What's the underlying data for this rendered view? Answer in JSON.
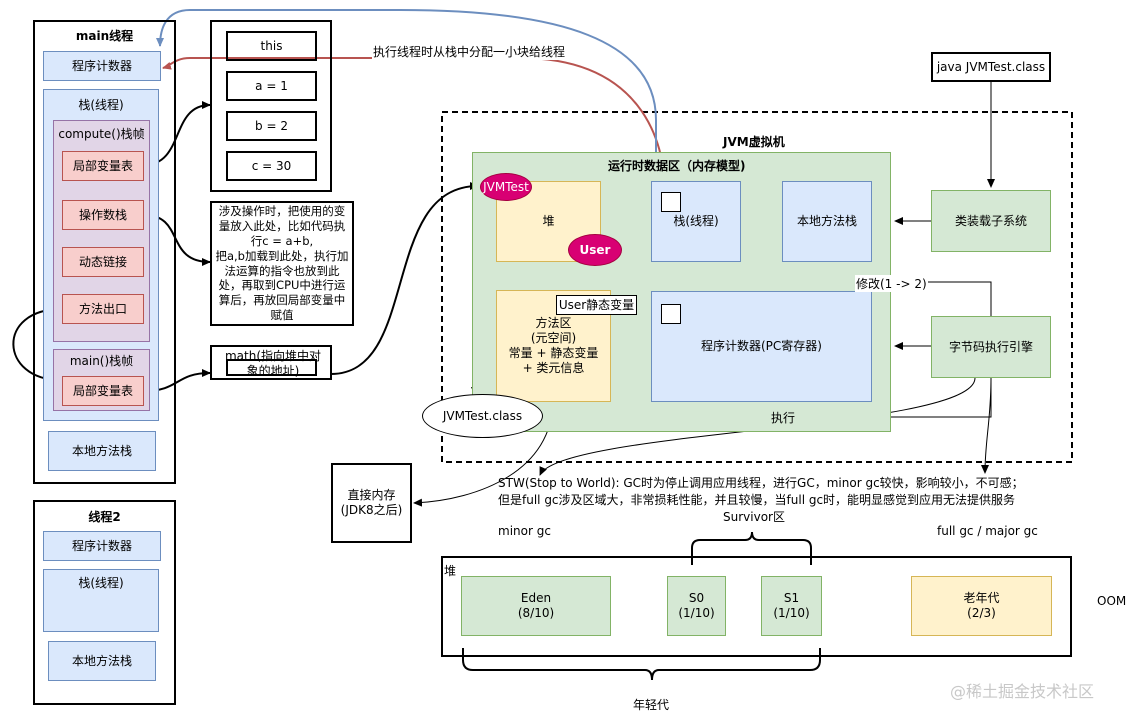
{
  "main_thread": {
    "title": "main线程",
    "pc": "程序计数器",
    "stack": "栈(线程)",
    "compute_frame": "compute()栈帧",
    "local_vars": "局部变量表",
    "operand_stack": "操作数栈",
    "dynamic_link": "动态链接",
    "method_exit": "方法出口",
    "main_frame": "main()栈帧",
    "main_local_vars": "局部变量表",
    "native_stack": "本地方法栈"
  },
  "thread2": {
    "title": "线程2",
    "pc": "程序计数器",
    "stack": "栈(线程)",
    "native_stack": "本地方法栈"
  },
  "local_vars_table": [
    "this",
    "a = 1",
    "b = 2",
    "c = 30"
  ],
  "operand_note": "涉及操作时，把使用的变量放入此处，比如代码执行c = a+b,\n把a,b加载到此处，执行加法运算的指令也放到此处，再取到CPU中进行运算后，再放回局部变量中赋值",
  "math_ref": "math(指向堆中对象的地址)",
  "alloc_note": "执行线程时从栈中分配一小块给线程",
  "class_file": "java JVMTest.class",
  "jvm": {
    "title": "JVM虚拟机",
    "runtime_area": "运行时数据区（内存模型)",
    "heap": "堆",
    "jvmtest_obj": "JVMTest",
    "user_obj": "User",
    "user_static": "User静态变量",
    "method_area": "方法区\n(元空间)\n常量 + 静态变量\n+ 类元信息",
    "stack": "栈(线程)",
    "native_stack": "本地方法栈",
    "pc": "程序计数器(PC寄存器)",
    "class_loader": "类装载子系统",
    "exec_engine": "字节码执行引擎",
    "modify": "修改(1 -> 2)",
    "execute": "执行",
    "jvmtest_class": "JVMTest.class"
  },
  "direct_memory": "直接内存\n(JDK8之后)",
  "stw_note": "STW(Stop to World): GC时为停止调用应用线程，进行GC，minor gc较快，影响较小，不可感；\n但是full gc涉及区域大，非常损耗性能，并且较慢，当full gc时，能明显感觉到应用无法提供服务",
  "minor_gc": "minor gc",
  "survivor": "Survivor区",
  "full_gc": "full gc / major gc",
  "heap_gen": {
    "title": "堆",
    "eden": "Eden\n(8/10)",
    "s0": "S0\n(1/10)",
    "s1": "S1\n(1/10)",
    "old": "老年代\n(2/3)",
    "young": "年轻代"
  },
  "oom": "OOM",
  "watermark": "@稀土掘金技术社区",
  "colors": {
    "blue_fill": "#dae8fc",
    "red_fill": "#f8cecc",
    "purple_fill": "#e1d5e7",
    "green_fill": "#d5e8d4",
    "yellow_fill": "#fff2cc",
    "object_fill": "#d80073",
    "red_arrow": "#b85450",
    "blue_arrow": "#6c8ebf"
  }
}
